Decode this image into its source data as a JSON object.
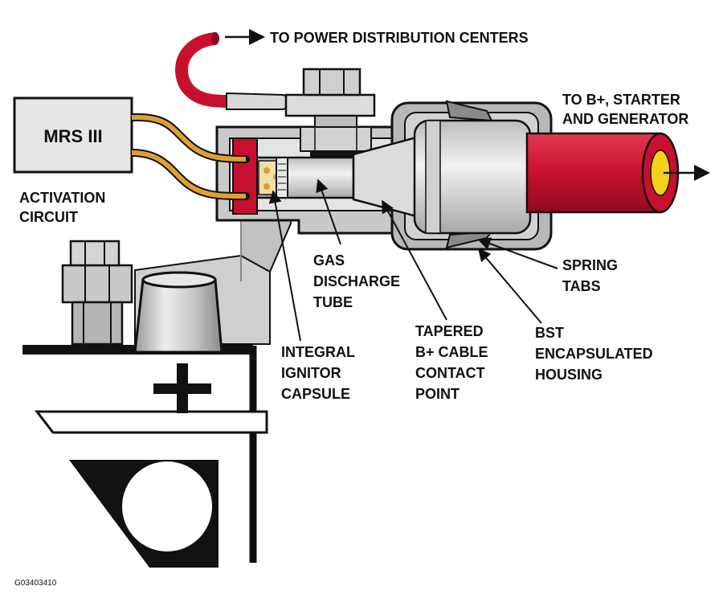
{
  "figure_id": "G03403410",
  "labels": {
    "mrs": "MRS III",
    "activation": [
      "ACTIVATION",
      "CIRCUIT"
    ],
    "power_dist": "TO POWER DISTRIBUTION CENTERS",
    "to_bplus": [
      "TO B+, STARTER",
      "AND GENERATOR"
    ],
    "gas_tube": [
      "GAS",
      "DISCHARGE",
      "TUBE"
    ],
    "spring_tabs": [
      "SPRING",
      "TABS"
    ],
    "ignitor": [
      "INTEGRAL",
      "IGNITOR",
      "CAPSULE"
    ],
    "tapered": [
      "TAPERED",
      "B+ CABLE",
      "CONTACT",
      "POINT"
    ],
    "bst": [
      "BST",
      "ENCAPSULATED",
      "HOUSING"
    ],
    "battery_symbol": "+"
  },
  "colors": {
    "cable_red": "#c8102e",
    "wire_orange": "#e0a030",
    "insert_yellow": "#f2d21a",
    "metal_light": "#d8d8d8",
    "metal_mid": "#b0b0b0",
    "metal_dark": "#7a7a7a",
    "ink": "#111111"
  }
}
